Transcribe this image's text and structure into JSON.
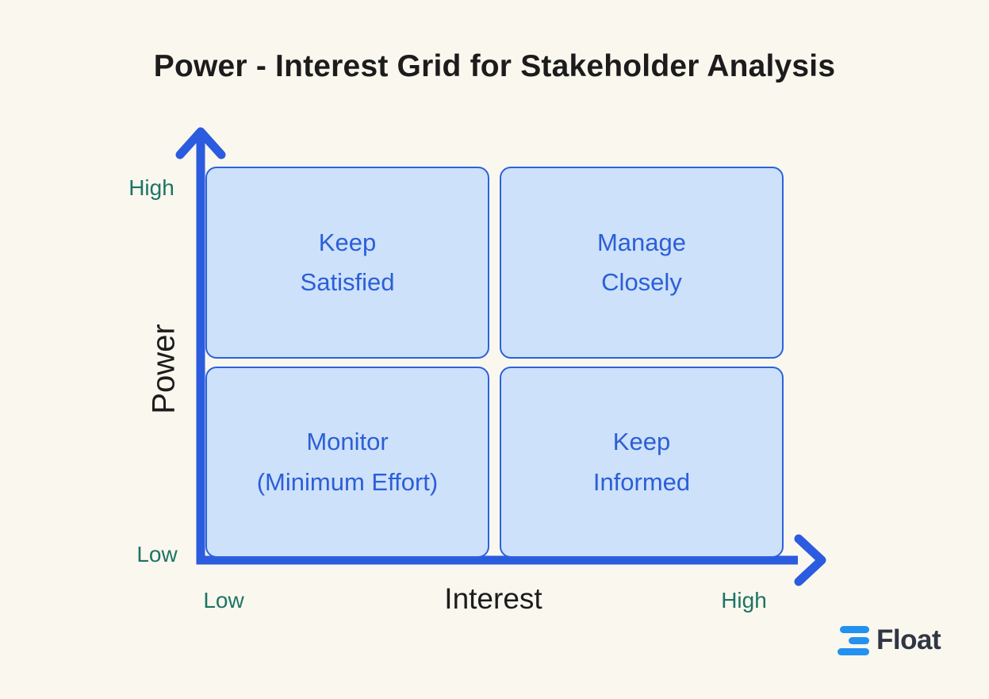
{
  "title": "Power - Interest Grid for Stakeholder Analysis",
  "y_axis": {
    "label": "Power",
    "high": "High",
    "low": "Low"
  },
  "x_axis": {
    "label": "Interest",
    "low": "Low",
    "high": "High"
  },
  "quadrants": {
    "top_left": {
      "line1": "Keep",
      "line2": "Satisfied"
    },
    "top_right": {
      "line1": "Manage",
      "line2": "Closely"
    },
    "bottom_left": {
      "line1": "Monitor",
      "line2": "(Minimum Effort)"
    },
    "bottom_right": {
      "line1": "Keep",
      "line2": "Informed"
    }
  },
  "logo": {
    "text": "Float"
  },
  "colors": {
    "background": "#FAF7EE",
    "axis_blue": "#2B5BDF",
    "box_fill": "#CDE1FB",
    "box_border": "#2D62DC",
    "box_text": "#2C5FD6",
    "axis_tick_green": "#1B7565",
    "title_text": "#1C1C1C",
    "logo_bar_blue": "#2291F0",
    "logo_text": "#2F3745"
  }
}
